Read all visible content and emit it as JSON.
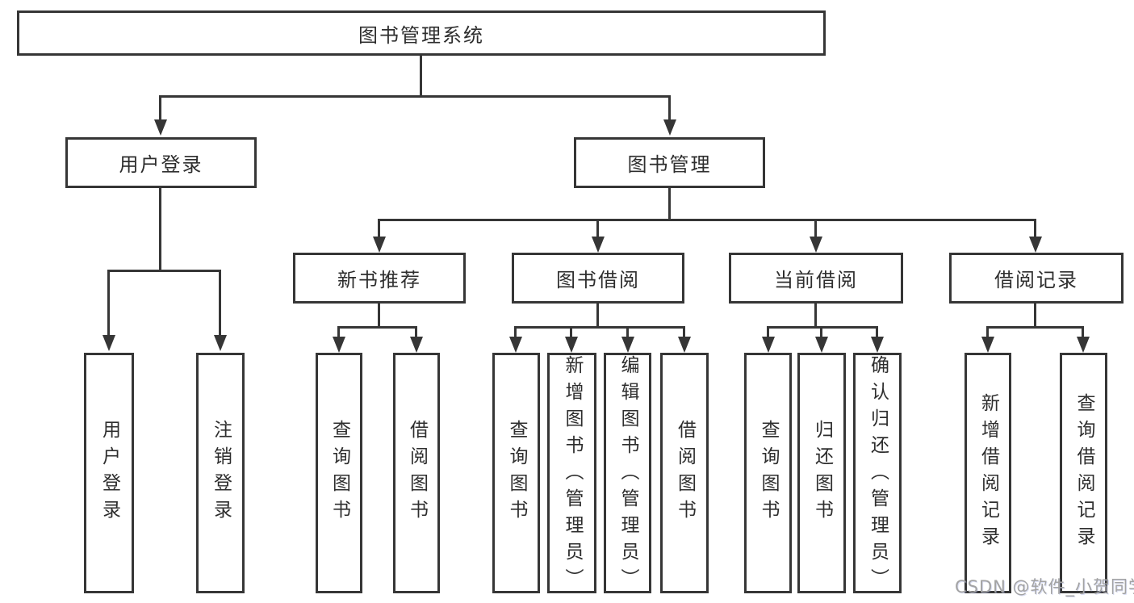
{
  "diagram": {
    "root": {
      "label": "图书管理系统"
    },
    "level2": {
      "user_login": {
        "label": "用户登录"
      },
      "book_mgmt": {
        "label": "图书管理"
      }
    },
    "level3": {
      "new_book_rec": {
        "label": "新书推荐"
      },
      "book_borrow": {
        "label": "图书借阅"
      },
      "current_borrow": {
        "label": "当前借阅"
      },
      "borrow_records": {
        "label": "借阅记录"
      }
    },
    "leaves": {
      "user_login_leaf": {
        "label": "用户登录"
      },
      "logout_leaf": {
        "label": "注销登录"
      },
      "rec_query_books": {
        "label": "查询图书"
      },
      "rec_borrow_books": {
        "label": "借阅图书"
      },
      "bb_query_books": {
        "label": "查询图书"
      },
      "bb_add_books": {
        "label": "新增图书（管理员）"
      },
      "bb_edit_books": {
        "label": "编辑图书（管理员）"
      },
      "bb_borrow_books": {
        "label": "借阅图书"
      },
      "cb_query_books": {
        "label": "查询图书"
      },
      "cb_return_books": {
        "label": "归还图书"
      },
      "cb_confirm_return": {
        "label": "确认归还（管理员）"
      },
      "br_add_record": {
        "label": "新增借阅记录"
      },
      "br_query_record": {
        "label": "查询借阅记录"
      }
    }
  },
  "watermark": {
    "text": "CSDN @软件_小贺同学"
  },
  "colors": {
    "line": "#363636",
    "box_border": "#363636",
    "text": "#2e2e2e",
    "watermark": "#a3a3a3",
    "background": "#ffffff"
  }
}
